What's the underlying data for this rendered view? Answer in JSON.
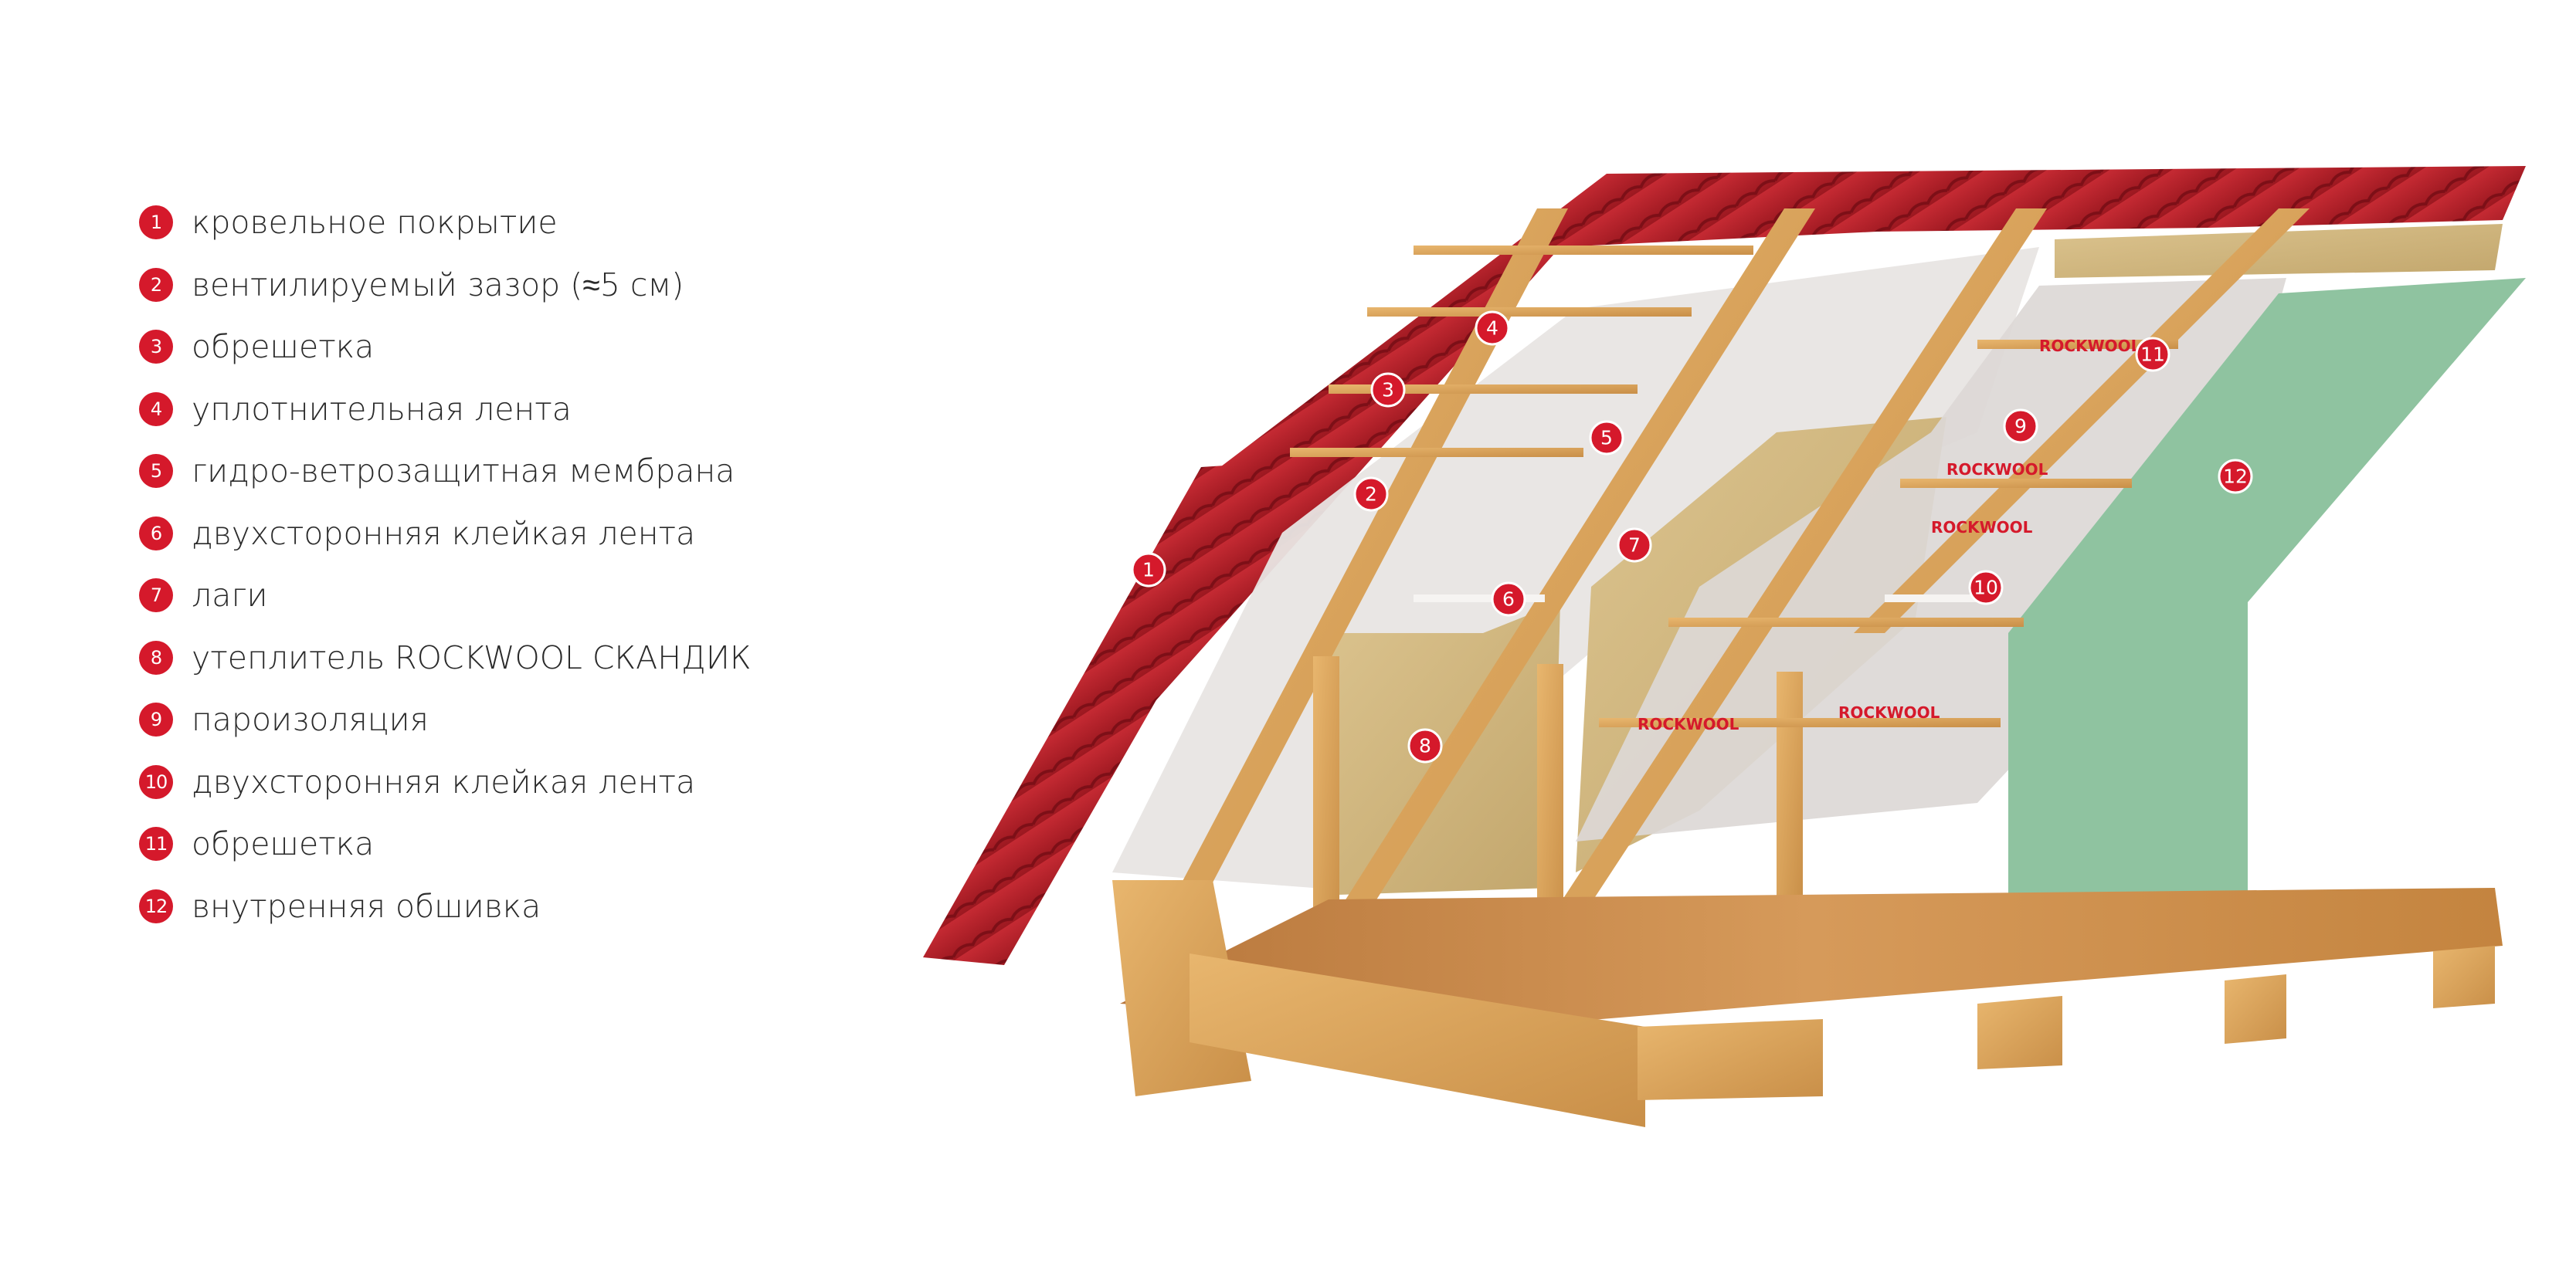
{
  "legend": {
    "items": [
      {
        "number": "1",
        "label": "кровельное покрытие"
      },
      {
        "number": "2",
        "label": "вентилируемый зазор (≈5 см)"
      },
      {
        "number": "3",
        "label": "обрешетка"
      },
      {
        "number": "4",
        "label": "уплотнительная лента"
      },
      {
        "number": "5",
        "label": "гидро-ветрозащитная мембрана"
      },
      {
        "number": "6",
        "label": "двухсторонняя клейкая лента"
      },
      {
        "number": "7",
        "label": "лаги"
      },
      {
        "number": "8",
        "label": "утеплитель ROCKWOOL СКАНДИК"
      },
      {
        "number": "9",
        "label": "пароизоляция"
      },
      {
        "number": "10",
        "label": "двухсторонняя клейкая лента"
      },
      {
        "number": "11",
        "label": "обрешетка"
      },
      {
        "number": "12",
        "label": "внутренняя обшивка"
      }
    ]
  },
  "diagram": {
    "callouts": [
      {
        "number": "1"
      },
      {
        "number": "2"
      },
      {
        "number": "3"
      },
      {
        "number": "4"
      },
      {
        "number": "5"
      },
      {
        "number": "6"
      },
      {
        "number": "7"
      },
      {
        "number": "8"
      },
      {
        "number": "9"
      },
      {
        "number": "10"
      },
      {
        "number": "11"
      },
      {
        "number": "12"
      }
    ],
    "membrane_brand": "ROCKWOOL"
  },
  "colors": {
    "badge": "#d5192b",
    "roof_tile": "#b8202a",
    "timber": "#d9a35b",
    "insulation": "#cfb57e",
    "membrane": "#e6e3e1",
    "gypsum_board": "#8fc3a0",
    "floor": "#c98a4a"
  }
}
